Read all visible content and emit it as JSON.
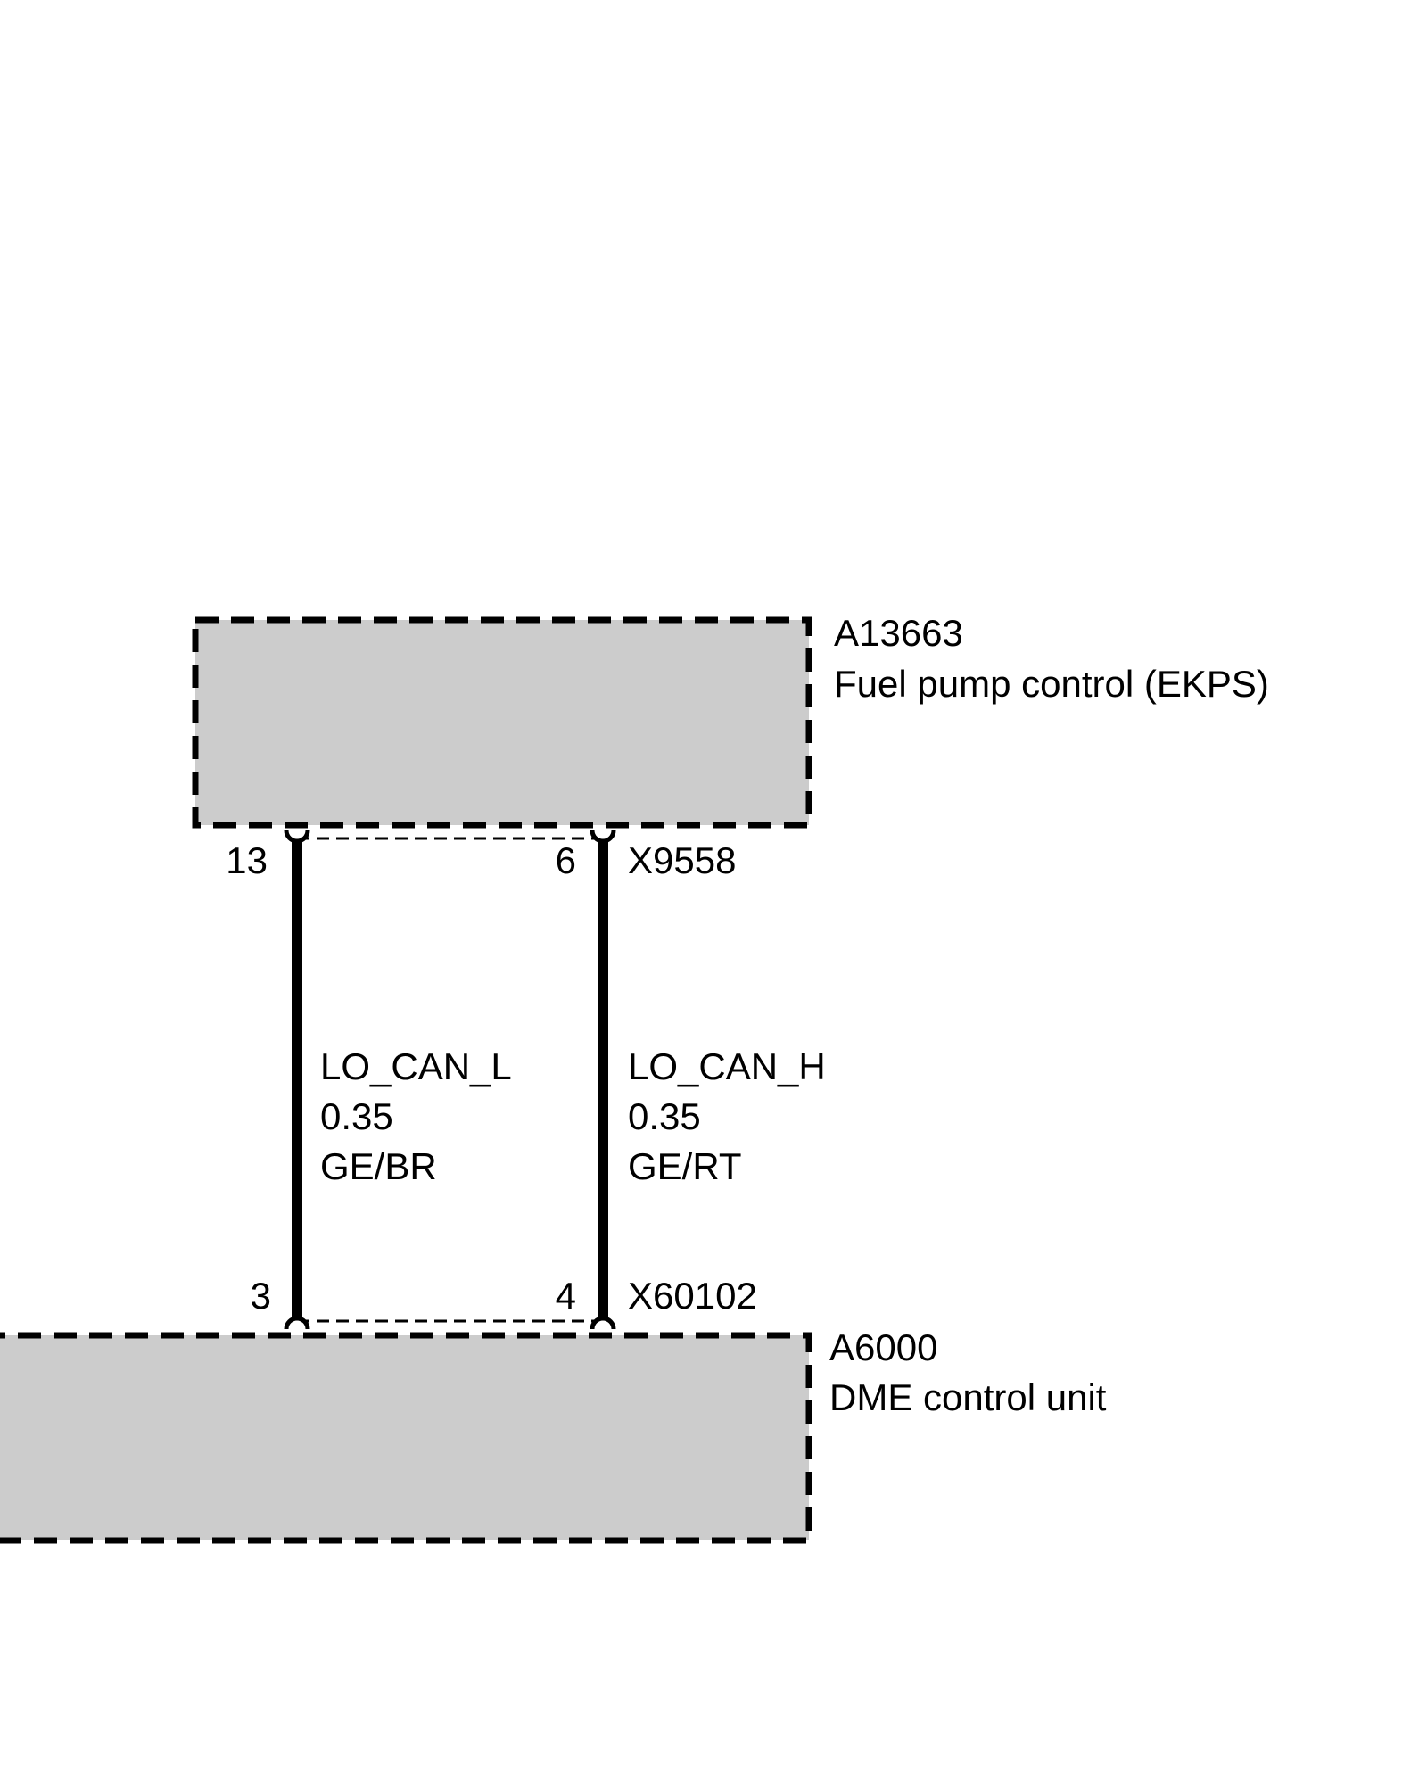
{
  "components": {
    "top": {
      "id": "A13663",
      "name": "Fuel pump control (EKPS)",
      "connector": "X9558"
    },
    "bottom": {
      "id": "A6000",
      "name": "DME control unit",
      "connector": "X60102"
    }
  },
  "wires": [
    {
      "signal": "LO_CAN_L",
      "gauge": "0.35",
      "color_code": "GE/BR",
      "pin_top": "13",
      "pin_bottom": "3"
    },
    {
      "signal": "LO_CAN_H",
      "gauge": "0.35",
      "color_code": "GE/RT",
      "pin_top": "6",
      "pin_bottom": "4"
    }
  ],
  "colors": {
    "box_fill": "#cccccc",
    "line": "#000000"
  }
}
